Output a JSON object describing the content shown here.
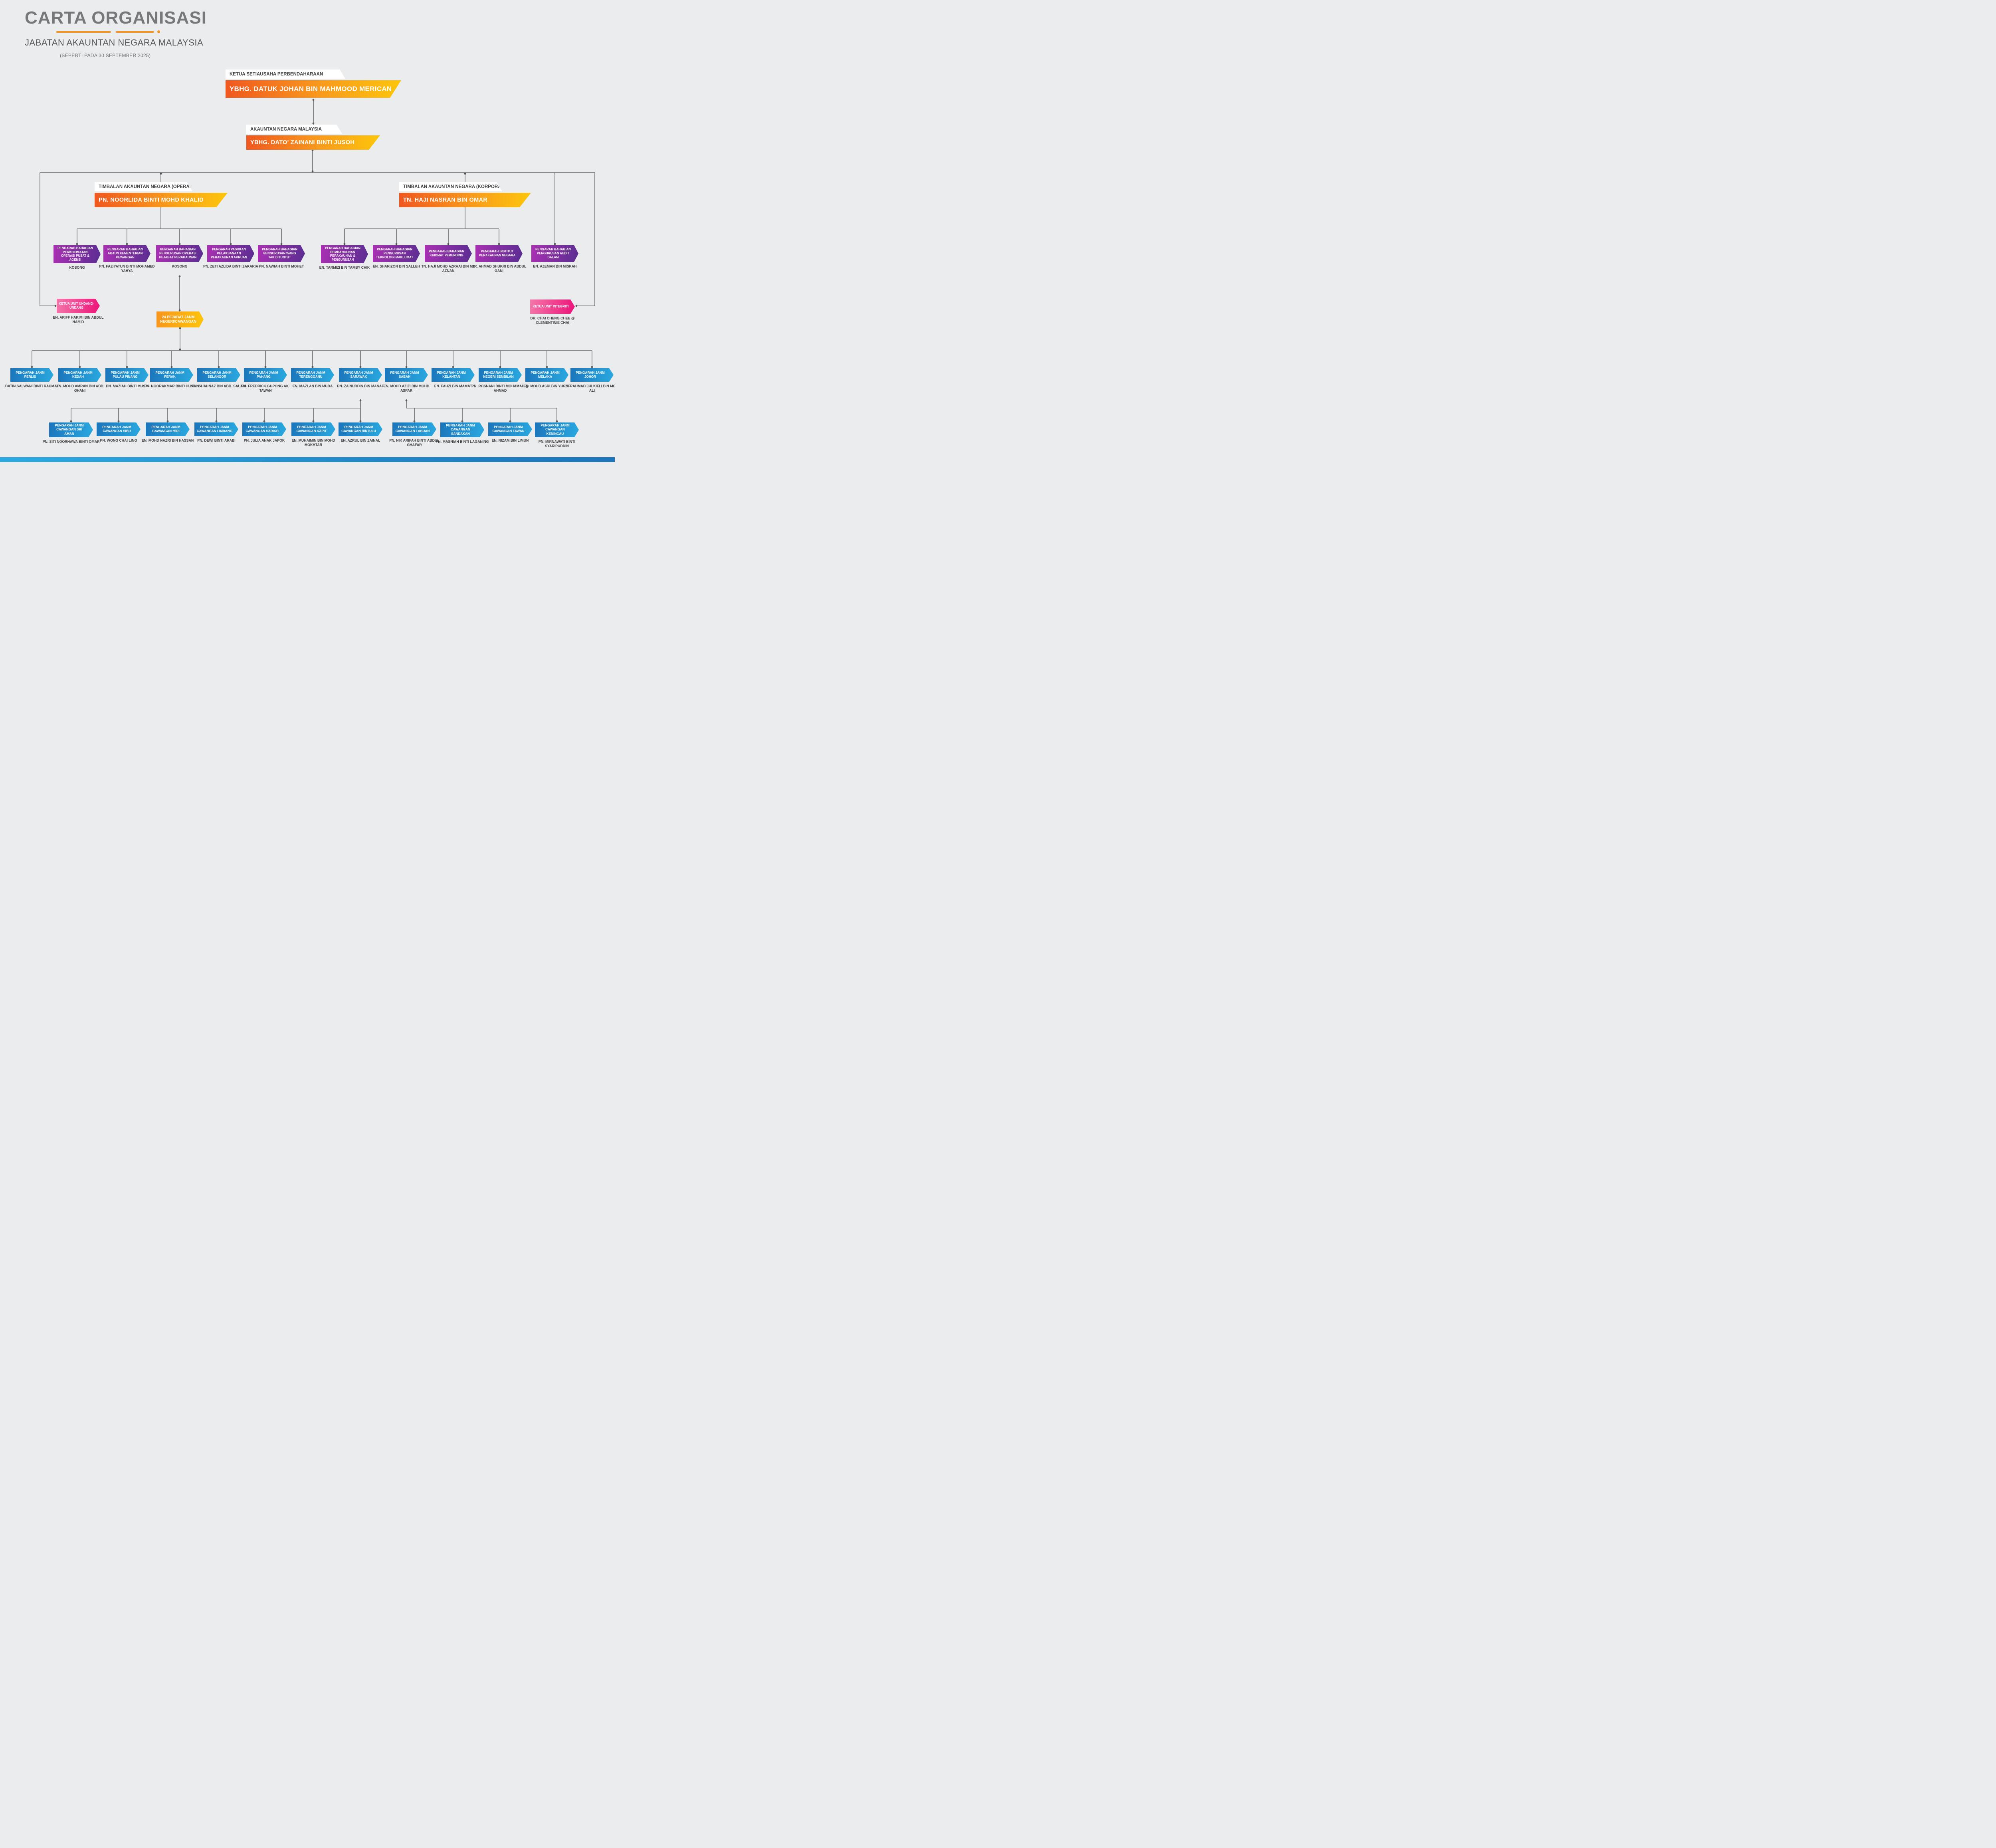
{
  "header": {
    "title": "CARTA ORGANISASI",
    "subtitle": "JABATAN AKAUNTAN NEGARA MALAYSIA",
    "as_of": "(SEPERTI PADA 30 SEPTEMBER 2025)"
  },
  "leadership": {
    "ksp": {
      "role": "KETUA SETIAUSAHA PERBENDAHARAAN",
      "name": "YBHG. DATUK JOHAN BIN MAHMOOD MERICAN"
    },
    "anm": {
      "role": "AKAUNTAN NEGARA MALAYSIA",
      "name": "YBHG. DATO' ZAINANI BINTI JUSOH"
    },
    "operasi": {
      "role": "TIMBALAN AKAUNTAN NEGARA (OPERASI)",
      "name": "PN. NOORLIDA BINTI MOHD KHALID"
    },
    "korporat": {
      "role": "TIMBALAN AKAUNTAN NEGARA (KORPORAT)",
      "name": "TN. HAJI NASRAN BIN OMAR"
    }
  },
  "operasi_divisions": [
    {
      "title": "PENGARAH BAHAGIAN PERKHIDMATAN OPERASI PUSAT & AGENSI",
      "name": "KOSONG"
    },
    {
      "title": "PENGARAH BAHAGIAN AKAUN KEMENTERIAN KEWANGAN",
      "name": "PN. FAZIYATUN BINTI MOHAMED YAHYA"
    },
    {
      "title": "PENGARAH BAHAGIAN PENGURUSAN OPERASI PEJABAT PERAKAUNAN",
      "name": "KOSONG"
    },
    {
      "title": "PENGARAH PASUKAN PELAKSANAAN PERAKAUNAN AKRUAN",
      "name": "PN. ZETI AZLIDA BINTI ZAKARIA"
    },
    {
      "title": "PENGARAH BAHAGIAN PENGURUSAN WANG TAK DITUNTUT",
      "name": "PN. NAWIAH BINTI MOHET"
    }
  ],
  "korporat_divisions": [
    {
      "title": "PENGARAH BAHAGIAN PEMBANGUNAN PERAKAUNAN & PENGURUSAN",
      "name": "EN. TARMIZI BIN TAMBY CHIK"
    },
    {
      "title": "PENGARAH BAHAGIAN PENGURUSAN TEKNOLOGI MAKLUMAT",
      "name": "EN. SHARIZON BIN SALLEH"
    },
    {
      "title": "PENGARAH BAHAGIAN KHIDMAT PERUNDING",
      "name": "TN. HAJI MOHD AZRAAI BIN MD AZNAN"
    },
    {
      "title": "PENGARAH INSTITUT PERAKAUNAN NEGARA",
      "name": "DR. AHMAD SHUKRI BIN ABDUL GANI"
    }
  ],
  "audit": {
    "title": "PENGARAH BAHAGIAN PENGURUSAN AUDIT DALAM",
    "name": "EN. AZEMAN BIN MISKAH"
  },
  "units": {
    "undang": {
      "title": "KETUA UNIT UNDANG-UNDANG",
      "name": "EN. ARIFF HAKIMI BIN ABDUL HAMID"
    },
    "integriti": {
      "title": "KETUA UNIT INTEGRITI",
      "name": "DR. CHAI CHENG CHEE @ CLEMENTINIE CHAI"
    }
  },
  "janm_group": {
    "label": "24 PEJABAT JANM NEGERI/CAWANGAN"
  },
  "states": [
    {
      "title": "PENGARAH JANM PERLIS",
      "name": "DATIN SALWANI BINTI RAHMAT"
    },
    {
      "title": "PENGARAH JANM KEDAH",
      "name": "EN. MOHD AMRAN BIN ABD GHANI"
    },
    {
      "title": "PENGARAH JANM PULAU PINANG",
      "name": "PN. MAZIAH BINTI MUSA"
    },
    {
      "title": "PENGARAH JANM PERAK",
      "name": "PN. NOORAKMAR BINTI HUSSIN"
    },
    {
      "title": "PENGARAH JANM SELANGOR",
      "name": "EN. SHAHNAZ BIN ABD. SALAM"
    },
    {
      "title": "PENGARAH JANM PAHANG",
      "name": "EN. FREDRICK GUPONG AK. TAWAN"
    },
    {
      "title": "PENGARAH JANM TERENGGANU",
      "name": "EN. MAZLAN BIN MUDA"
    },
    {
      "title": "PENGARAH JANM SARAWAK",
      "name": "EN. ZAINUDDIN BIN MANAF"
    },
    {
      "title": "PENGARAH JANM SABAH",
      "name": "EN. MOHD AZIZI BIN MOHD ASPAR"
    },
    {
      "title": "PENGARAH JANM KELANTAN",
      "name": "EN. FAUZI BIN MAMAT"
    },
    {
      "title": "PENGARAH JANM NEGERI SEMBILAN",
      "name": "PN. ROSNANI BINTI MOHAMAD @ AHMAD"
    },
    {
      "title": "PENGARAH JANM MELAKA",
      "name": "EN. MOHD ASRI BIN YUSOF"
    },
    {
      "title": "PENGARAH JANM JOHOR",
      "name": "EN. RAHMAD JULKIFLI BIN MOHD ALI"
    }
  ],
  "branches": [
    {
      "title": "PENGARAH JANM CAWANGAN SRI AMAN",
      "name": "PN. SITI NOORHAWA BINTI OMAR"
    },
    {
      "title": "PENGARAH JANM CAWANGAN SIBU",
      "name": "PN. WONG CHAI LING"
    },
    {
      "title": "PENGARAH JANM CAWANGAN MIRI",
      "name": "EN. MOHD NAZRI BIN HASSAN"
    },
    {
      "title": "PENGARAH JANM CAWANGAN LIMBANG",
      "name": "PN. DEWI BINTI ARABI"
    },
    {
      "title": "PENGARAH JANM CAWANGAN SARIKEI",
      "name": "PN. JULIA ANAK JAPOK"
    },
    {
      "title": "PENGARAH JANM CAWANGAN KAPIT",
      "name": "EN. MUHAIMIN BIN MOHD MOKHTAR"
    },
    {
      "title": "PENGARAH JANM CAWANGAN BINTULU",
      "name": "EN. AZRUL BIN ZAINAL"
    },
    {
      "title": "PENGARAH JANM CAWANGAN LABUAN",
      "name": "PN. NIK ARIFAH BINTI ABDUL GHAFAR"
    },
    {
      "title": "PENGARAH JANM CAWANGAN SANDAKAN",
      "name": "PN. MASNIAH BINTI LAGANING"
    },
    {
      "title": "PENGARAH JANM CAWANGAN TAWAU",
      "name": "EN. NIZAM BIN LIMUN"
    },
    {
      "title": "PENGARAH JANM CAWANGAN KENINGAU",
      "name": "PN. MIRNAWATI BINTI SYARIPUDDIN"
    }
  ],
  "palette": {
    "background": "#EBECED",
    "title_gray": "#77787B",
    "text_dark": "#414042",
    "connector": "#6B6C6F",
    "orange_start": "#F0571F",
    "orange_end": "#FDC60B",
    "purple_start": "#AA2FB4",
    "purple_end": "#5A2E91",
    "blue_start": "#1B75BB",
    "blue_end": "#2AA9E0",
    "pink_start": "#F478AA",
    "pink_end": "#EC1279"
  }
}
